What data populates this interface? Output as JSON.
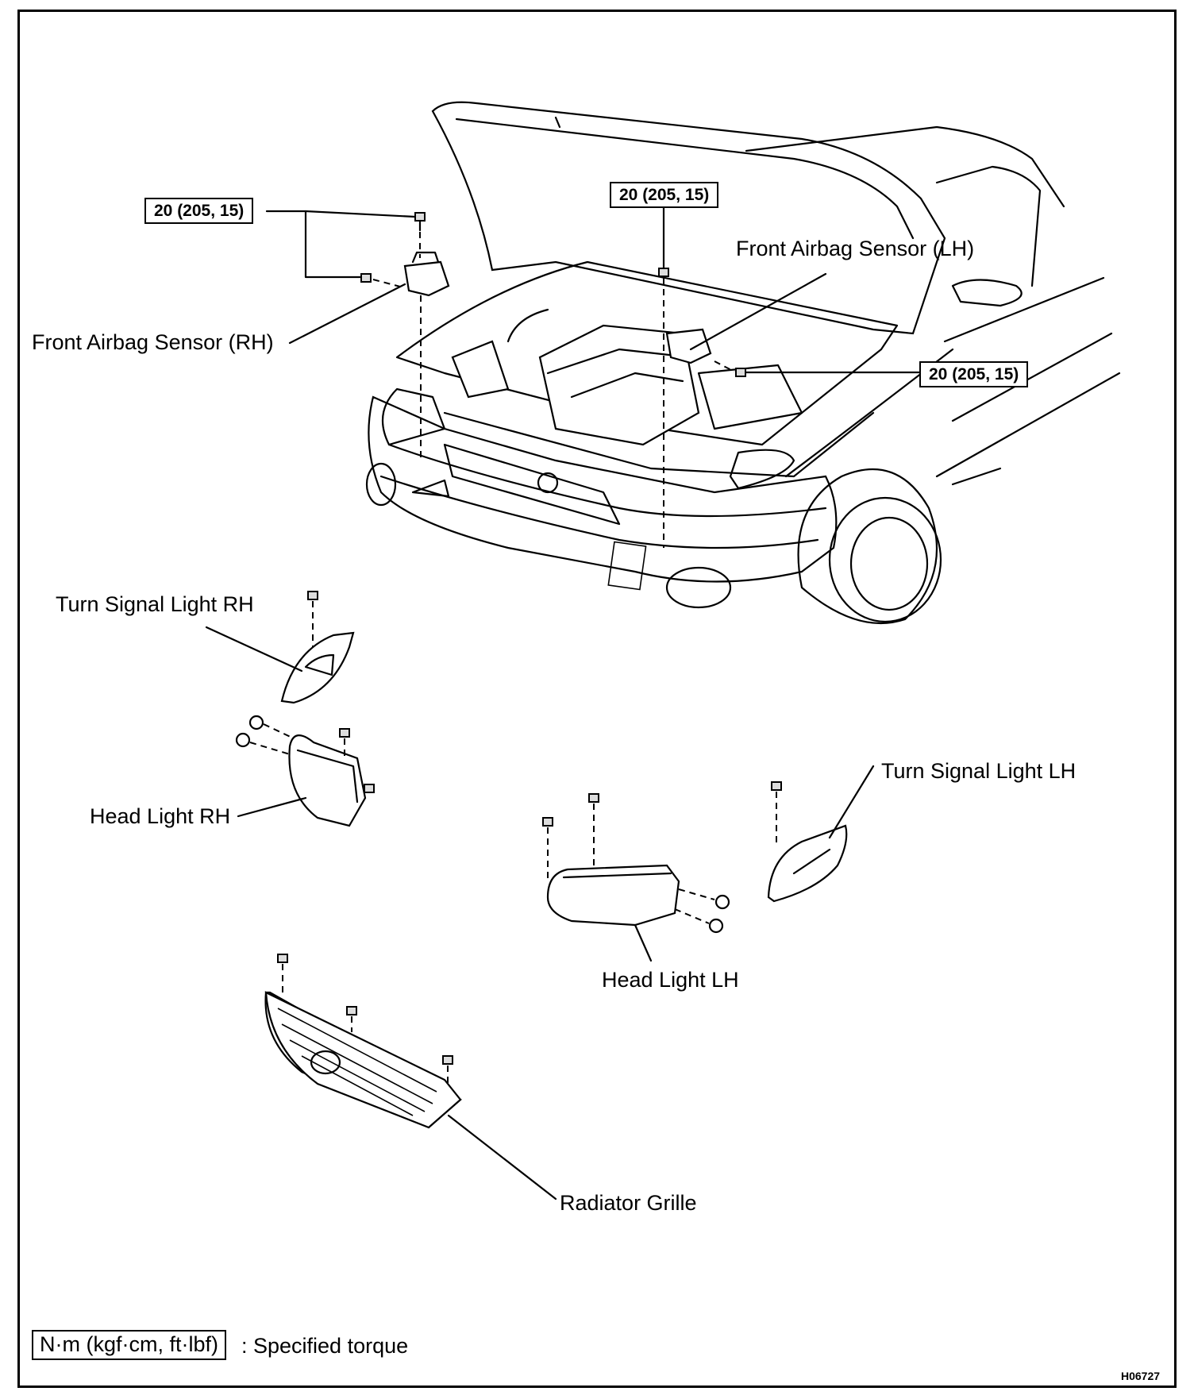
{
  "labels": {
    "front_airbag_sensor_rh": "Front Airbag Sensor (RH)",
    "front_airbag_sensor_lh": "Front Airbag Sensor (LH)",
    "turn_signal_light_rh": "Turn Signal Light RH",
    "turn_signal_light_lh": "Turn Signal Light LH",
    "head_light_rh": "Head Light RH",
    "head_light_lh": "Head Light LH",
    "radiator_grille": "Radiator Grille"
  },
  "torque": {
    "sensor_rh": "20 (205, 15)",
    "sensor_lh_top": "20 (205, 15)",
    "sensor_lh_side": "20 (205, 15)"
  },
  "legend": {
    "unit_box": "N·m (kgf·cm, ft·lbf)",
    "description": ": Specified torque"
  },
  "figure_code": "H06727"
}
